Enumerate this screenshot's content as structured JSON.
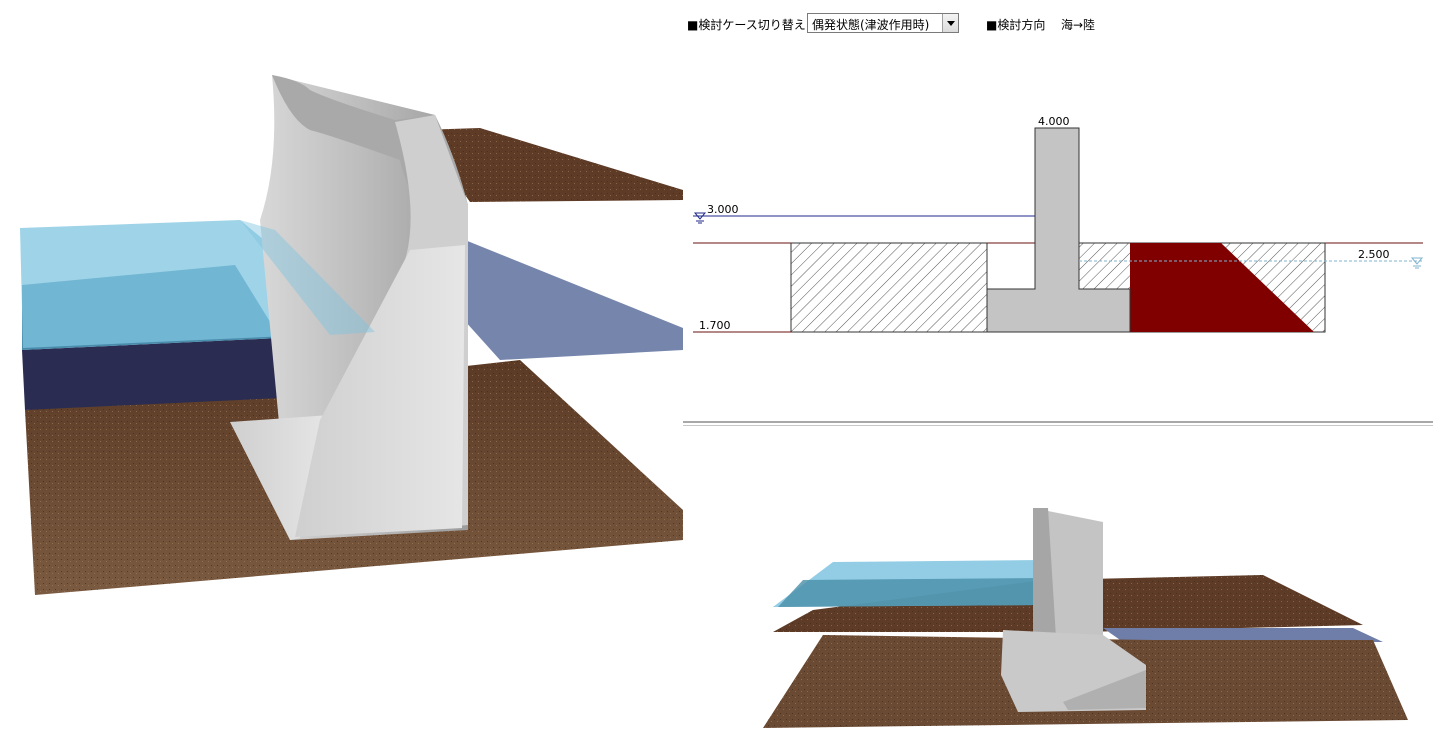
{
  "toolbar": {
    "case_label": "■検討ケース切り替え",
    "case_value": "偶発状態(津波作用時)",
    "direction_label": "■検討方向",
    "direction_value": "海→陸"
  },
  "section": {
    "top_elevation": "4.000",
    "sea_water_level": "3.000",
    "land_water_level": "2.500",
    "base_elevation": "1.700"
  },
  "colors": {
    "concrete": "#c4c4c4",
    "backfill_fill": "#800000",
    "sea_water_line": "#1f2a8a",
    "land_water_line": "#7fb3cf",
    "ground_line": "#6b1010",
    "soil": "#6b4a33",
    "water": "#7fc4e0"
  },
  "views": {
    "main_3d": "3d-perspective-view",
    "preview_3d": "3d-front-view"
  }
}
